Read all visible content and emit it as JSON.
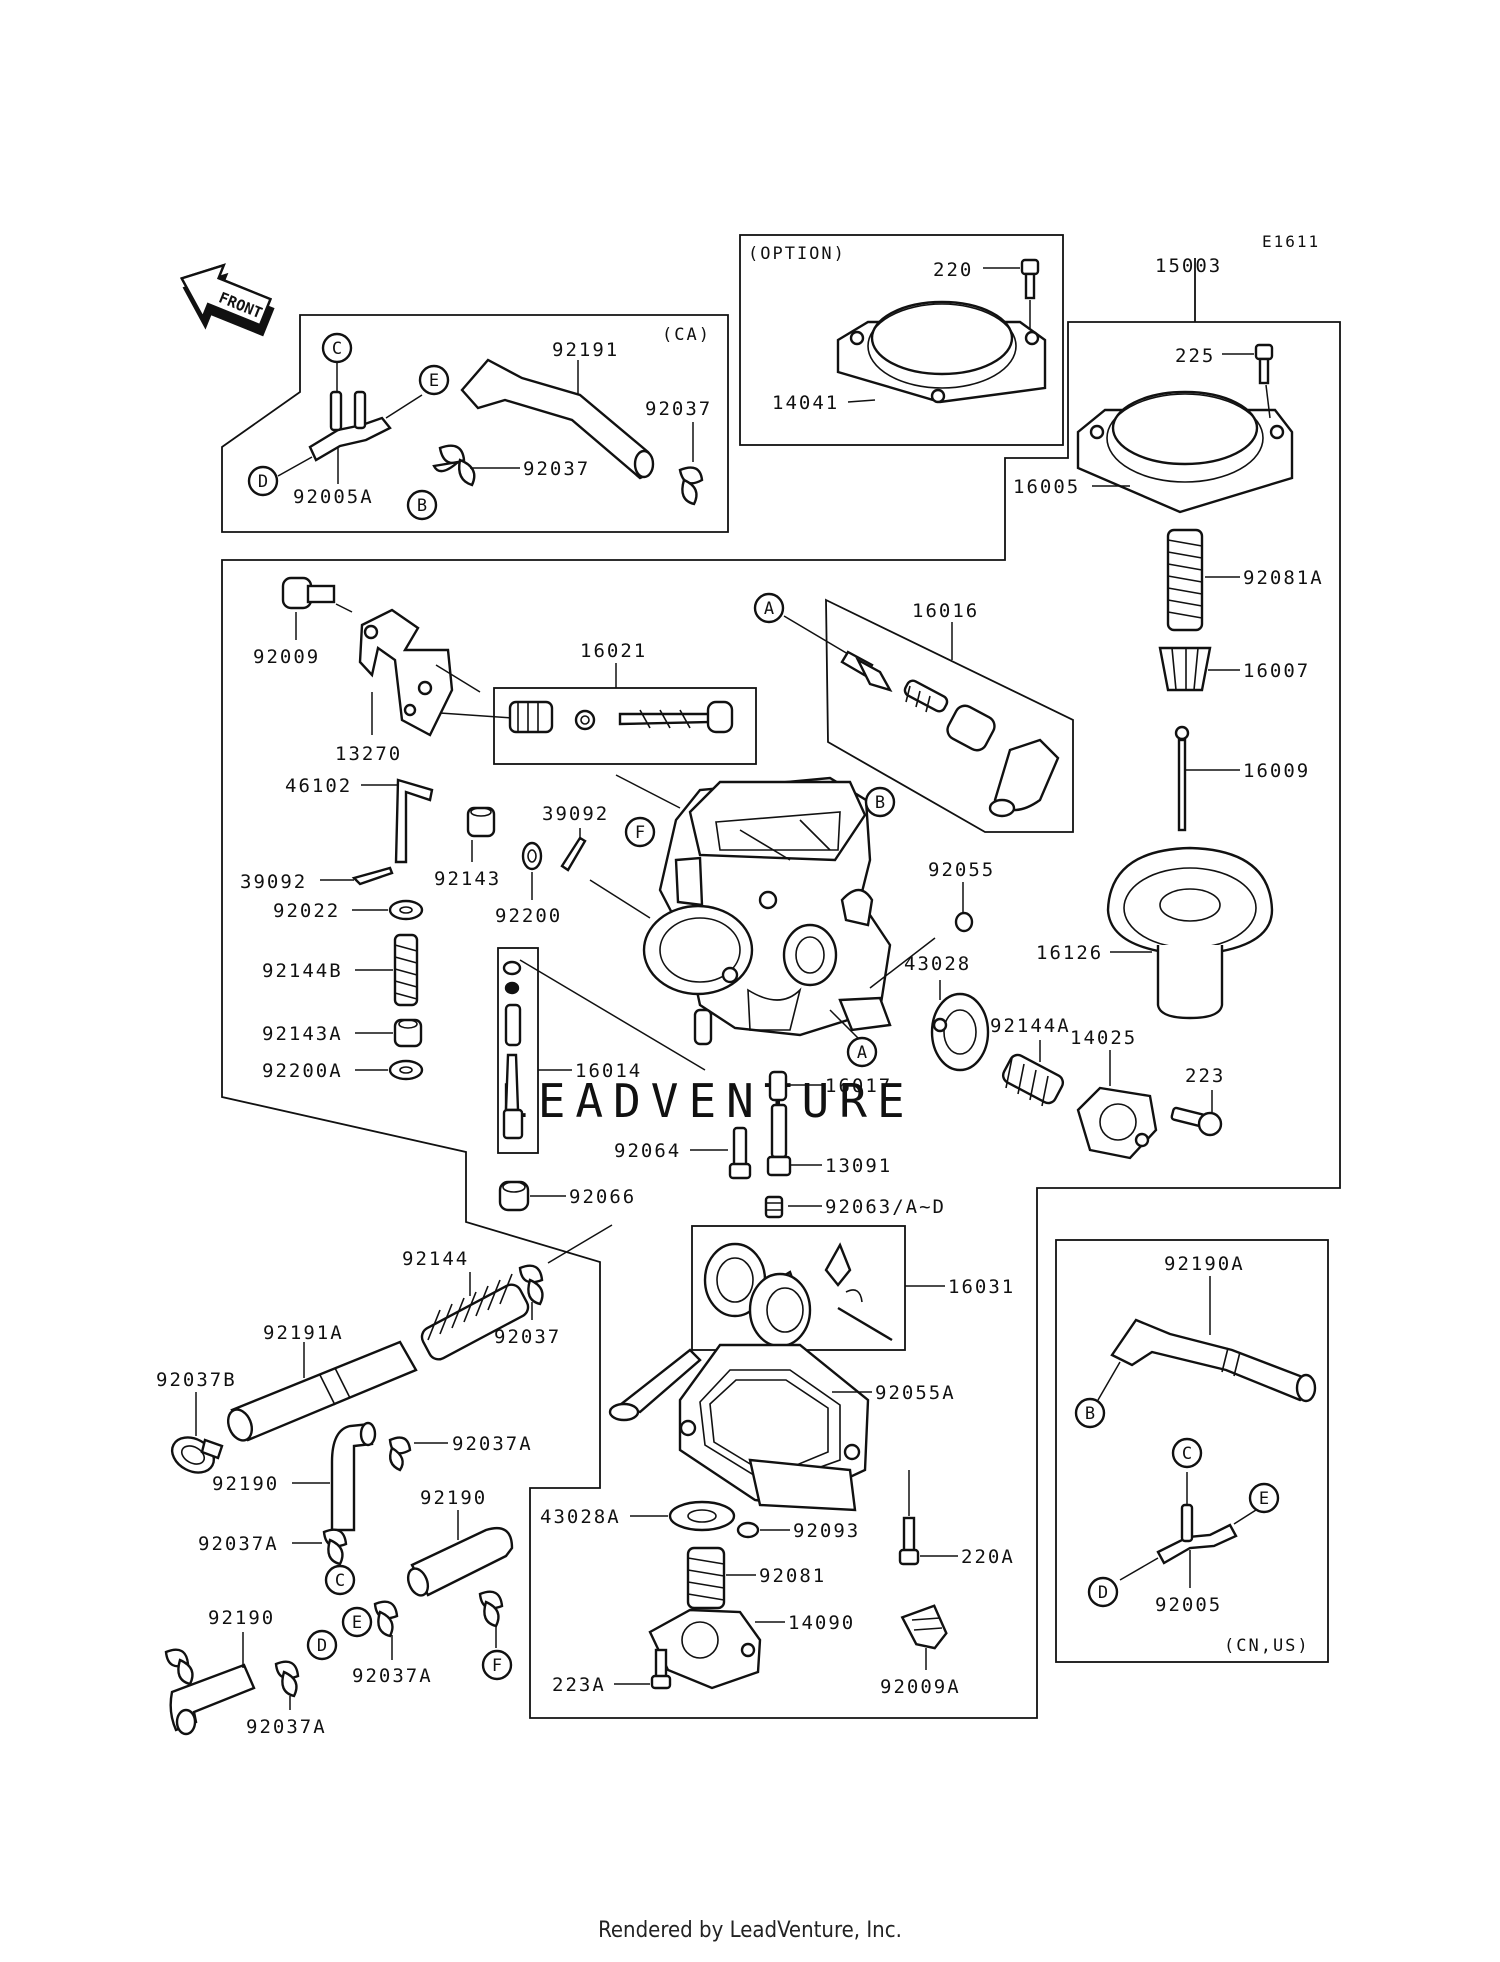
{
  "diagram_code": "E1611",
  "front_label": "FRONT",
  "watermark": "LEADVENTURE",
  "footer": "Rendered by LeadVenture, Inc.",
  "groups": {
    "ca": "(CA)",
    "option": "(OPTION)",
    "cn_us": "(CN,US)"
  },
  "callouts": [
    "A",
    "B",
    "C",
    "D",
    "E",
    "F"
  ],
  "labels": {
    "p220": "220",
    "p14041": "14041",
    "p15003": "15003",
    "p225": "225",
    "p16005": "16005",
    "p92081A": "92081A",
    "p16007": "16007",
    "p16009": "16009",
    "p16126": "16126",
    "p92191": "92191",
    "p92037a": "92037",
    "p92037b": "92037",
    "p92005A": "92005A",
    "p92009": "92009",
    "p13270": "13270",
    "p16021": "16021",
    "p16016": "16016",
    "p46102": "46102",
    "p39092a": "39092",
    "p39092b": "39092",
    "p92143": "92143",
    "p92200": "92200",
    "p92022": "92022",
    "p92144B": "92144B",
    "p92143A": "92143A",
    "p92200A": "92200A",
    "p16014": "16014",
    "p92055": "92055",
    "p43028": "43028",
    "p92144A": "92144A",
    "p14025": "14025",
    "p223": "223",
    "p16017": "16017",
    "p92064": "92064",
    "p13091": "13091",
    "p92063": "92063/A~D",
    "p92066": "92066",
    "p16031": "16031",
    "p92144": "92144",
    "p92037c": "92037",
    "p92191A": "92191A",
    "p92037B": "92037B",
    "p92037A1": "92037A",
    "p92190a": "92190",
    "p92037A2": "92037A",
    "p92190b": "92190",
    "p92037A3": "92037A",
    "p92190c": "92190",
    "p92037A4": "92037A",
    "p92055A": "92055A",
    "p43028A": "43028A",
    "p92093": "92093",
    "p92081": "92081",
    "p220A": "220A",
    "p14090": "14090",
    "p223A": "223A",
    "p92009A": "92009A",
    "p92190A": "92190A",
    "p92005": "92005"
  }
}
